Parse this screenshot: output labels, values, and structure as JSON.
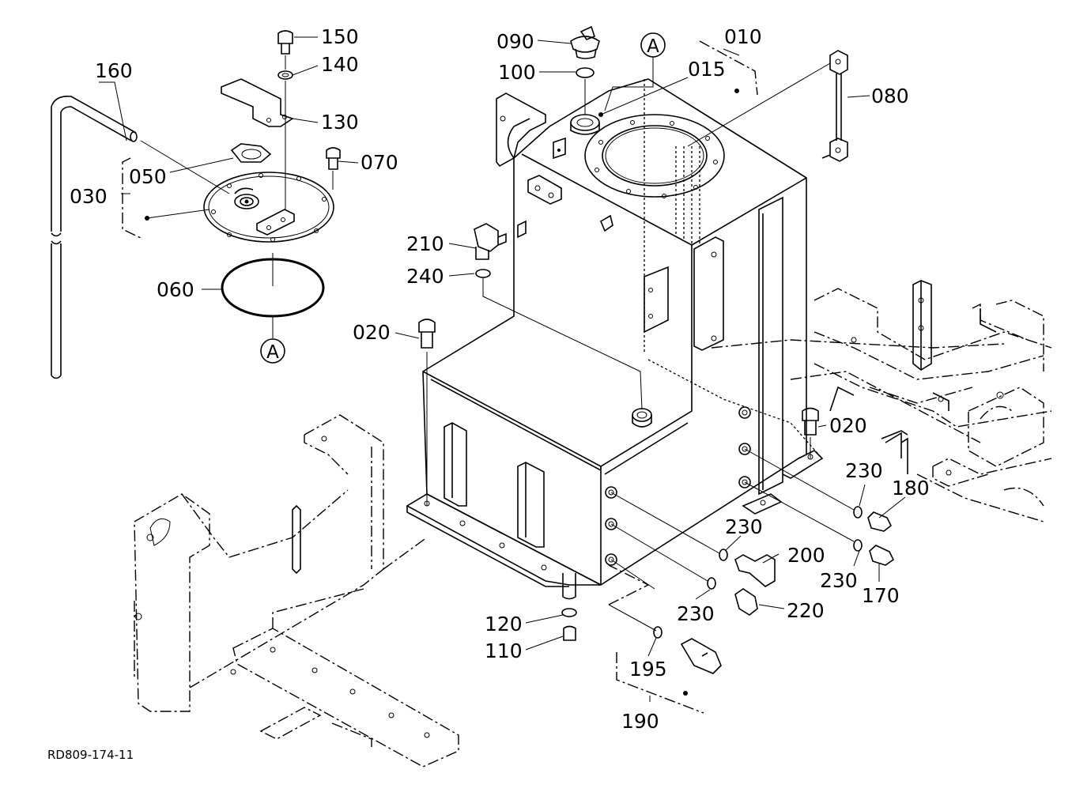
{
  "drawing_code": "RD809-174-11",
  "view_marker": "A",
  "callouts": [
    "150",
    "140",
    "130",
    "160",
    "070",
    "050",
    "030",
    "060",
    "090",
    "100",
    "010",
    "015",
    "080",
    "210",
    "240",
    "020",
    "020",
    "230",
    "180",
    "230",
    "200",
    "230",
    "170",
    "230",
    "220",
    "120",
    "110",
    "195",
    "190"
  ]
}
